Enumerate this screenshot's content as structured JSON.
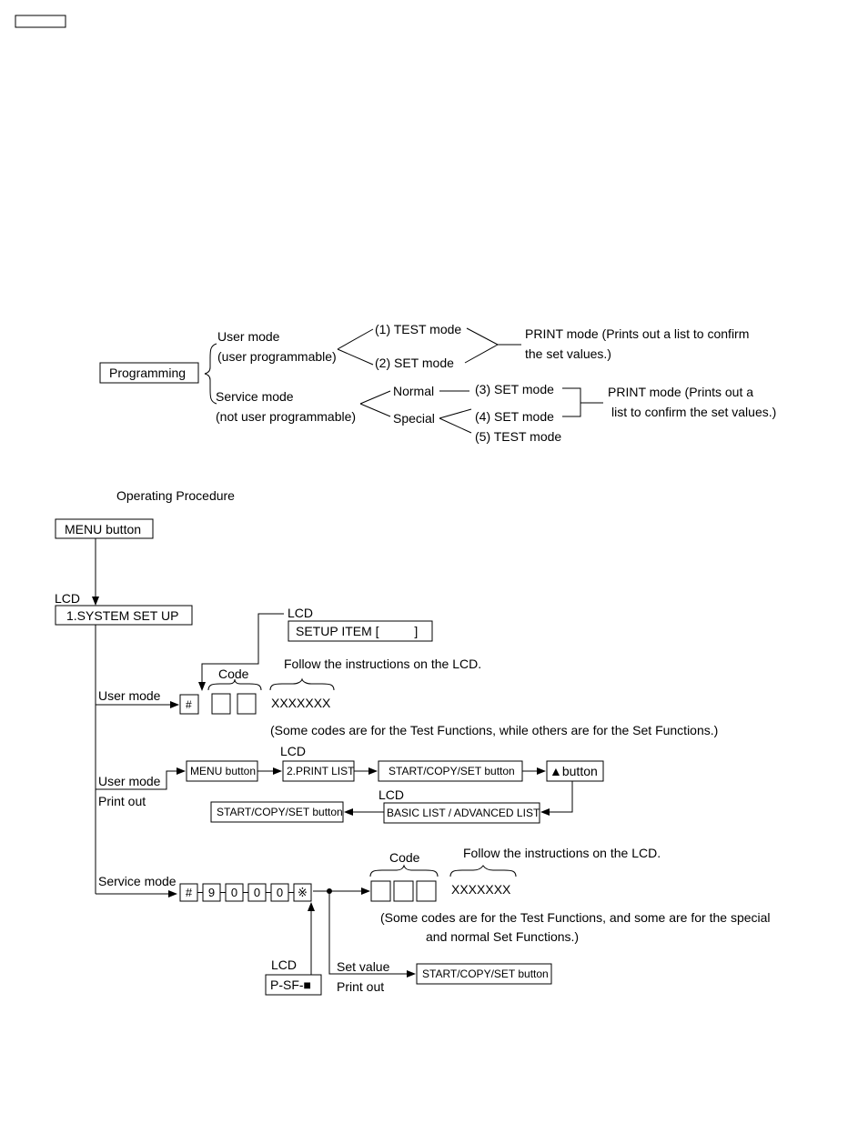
{
  "tree": {
    "root": "Programming",
    "user_mode": "User mode",
    "user_mode_note": "(user programmable)",
    "service_mode": "Service mode",
    "service_mode_note": "(not user programmable)",
    "test_mode_1": "(1) TEST mode",
    "set_mode_2": "(2) SET mode",
    "print_mode_1_line1": "PRINT mode (Prints out a list to confirm",
    "print_mode_1_line2": "the set values.)",
    "normal": "Normal",
    "special": "Special",
    "set_mode_3": "(3) SET mode",
    "set_mode_4": "(4) SET mode",
    "test_mode_5": "(5) TEST mode",
    "print_mode_2_line1": "PRINT mode (Prints out a",
    "print_mode_2_line2": "list to confirm the set values.)"
  },
  "procedure": {
    "heading": "Operating Procedure",
    "menu_button": "MENU button",
    "lcd": "LCD",
    "system_set_up": "1.SYSTEM SET UP",
    "setup_item": "SETUP ITEM [          ]",
    "code": "Code",
    "follow_instructions": "Follow the instructions on the LCD.",
    "user_mode": "User mode",
    "hash": "#",
    "placeholder_value": "XXXXXXX",
    "user_note": "(Some codes are for the Test Functions, while others are for the Set Functions.)",
    "print_out": "Print out",
    "menu_button_small": "MENU button",
    "print_list": "2.PRINT LIST",
    "start_copy_set": "START/COPY/SET button",
    "up_button": "▲button",
    "basic_advanced": "BASIC LIST / ADVANCED LIST",
    "service_mode": "Service mode",
    "keys": [
      "#",
      "9",
      "0",
      "0",
      "0",
      "※"
    ],
    "service_note_line1": "(Some codes are for the Test Functions, and some are for the special",
    "service_note_line2": "and normal Set Functions.)",
    "psf": "P-SF-■",
    "set_value": "Set value",
    "print_out_2": "Print out"
  }
}
